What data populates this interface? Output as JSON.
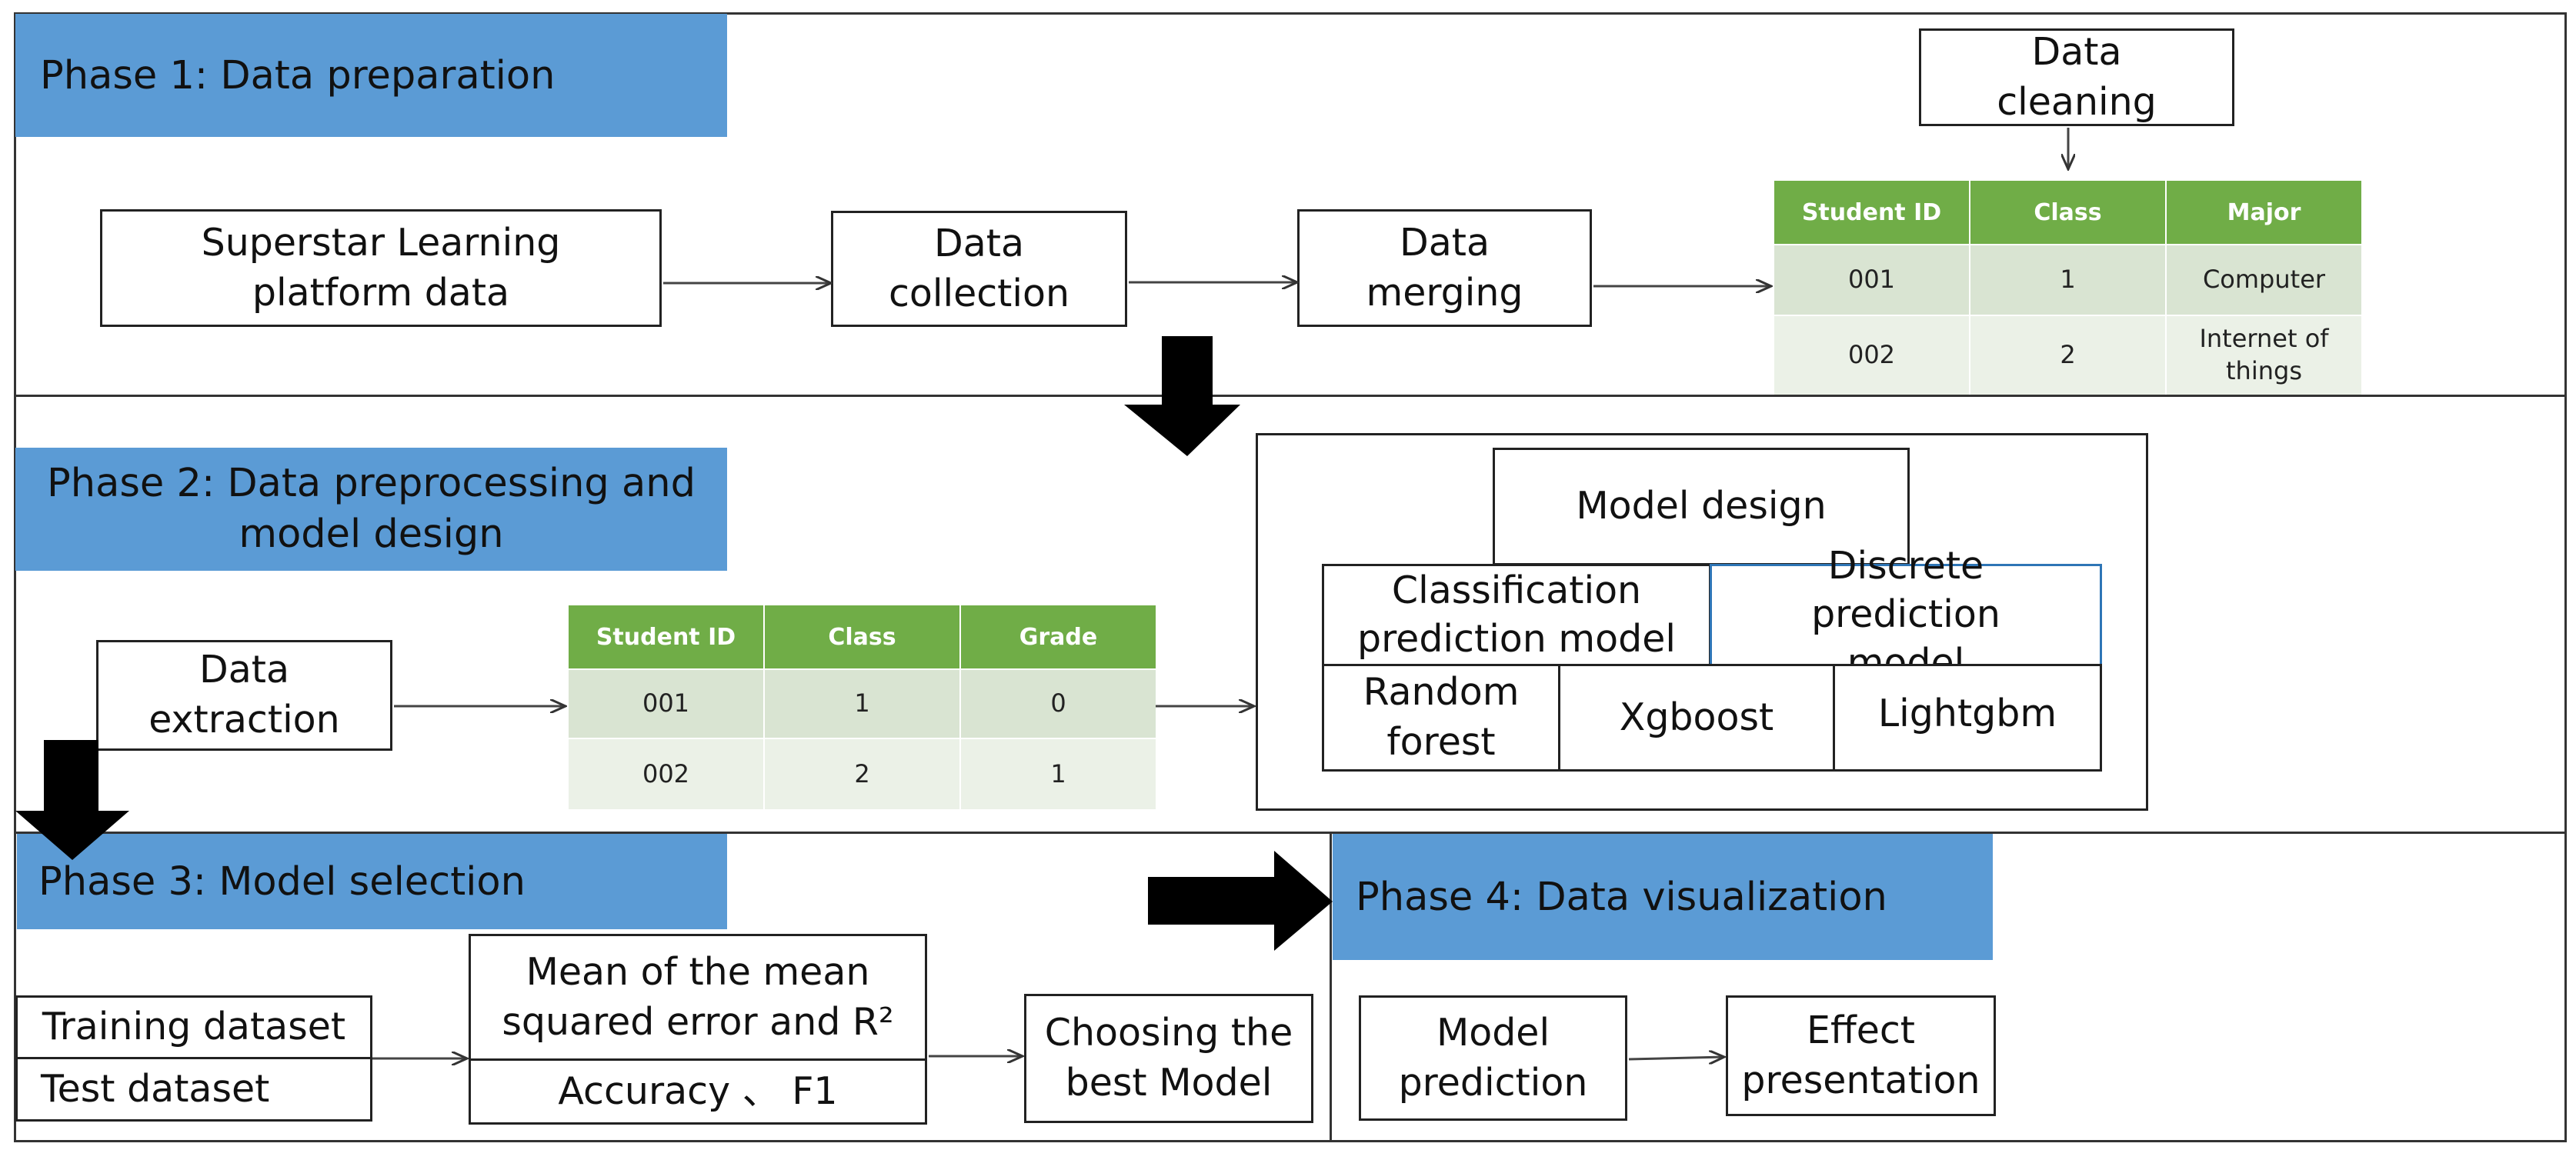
{
  "phases": {
    "p1": "Phase 1: Data preparation",
    "p2": "Phase 2: Data preprocessing and model design",
    "p3": "Phase 3: Model selection",
    "p4": "Phase 4: Data visualization"
  },
  "phase1": {
    "source": "Superstar Learning platform data",
    "collection": "Data collection",
    "merging": "Data merging",
    "cleaning": "Data cleaning",
    "table": {
      "headers": [
        "Student ID",
        "Class",
        "Major"
      ],
      "rows": [
        [
          "001",
          "1",
          "Computer"
        ],
        [
          "002",
          "2",
          "Internet of things"
        ]
      ]
    }
  },
  "phase2": {
    "extraction": "Data extraction",
    "table": {
      "headers": [
        "Student ID",
        "Class",
        "Grade"
      ],
      "rows": [
        [
          "001",
          "1",
          "0"
        ],
        [
          "002",
          "2",
          "1"
        ]
      ]
    },
    "model_design": "Model design",
    "classification": "Classification prediction model",
    "discrete": "Discrete prediction model",
    "random_forest": "Random forest",
    "xgboost": "Xgboost",
    "lightgbm": "Lightgbm"
  },
  "phase3": {
    "training": "Training dataset",
    "test": "Test dataset",
    "mse": "Mean of the mean squared error and R²",
    "accuracy": "Accuracy 、 F1",
    "best": "Choosing the best Model"
  },
  "phase4": {
    "prediction": "Model prediction",
    "presentation": "Effect presentation"
  }
}
